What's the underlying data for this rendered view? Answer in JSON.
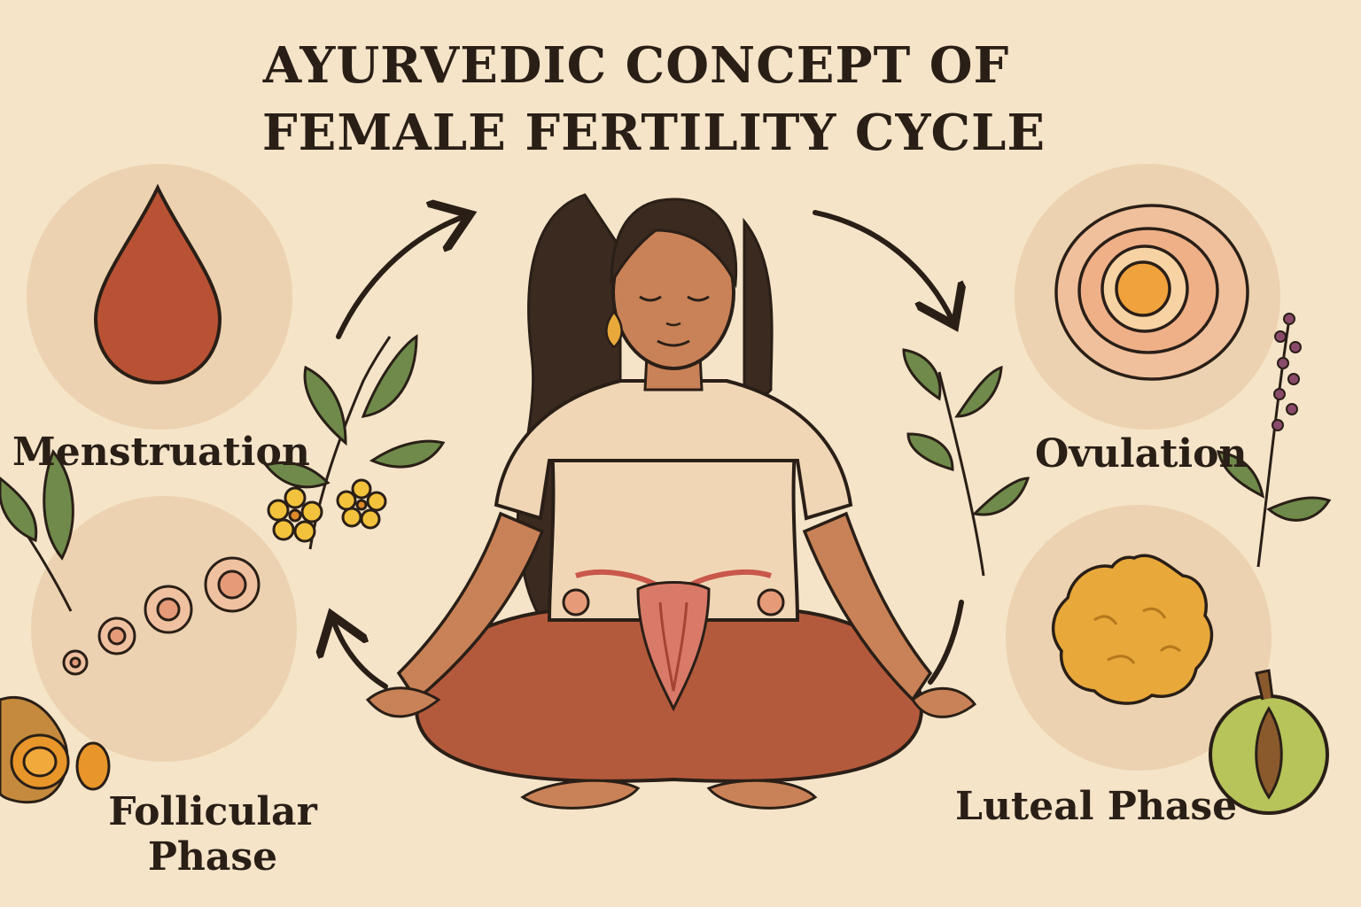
{
  "title": {
    "line1": "AYURVEDIC CONCEPT OF",
    "line2": "FEMALE FERTILITY CYCLE"
  },
  "phases": {
    "menstruation": {
      "label": "Menstruation",
      "icon": "blood-drop-icon"
    },
    "follicular": {
      "label_line1": "Follicular",
      "label_line2": "Phase",
      "icon": "follicles-icon"
    },
    "ovulation": {
      "label": "Ovulation",
      "icon": "egg-icon"
    },
    "luteal": {
      "label": "Luteal Phase",
      "icon": "corpus-luteum-icon"
    }
  },
  "colors": {
    "background": "#f5e4c8",
    "circle": "#ecd2b0",
    "blood": "#b95234",
    "leaf": "#6f8a4a",
    "flower": "#f2c23c",
    "luteal": "#e8a93a",
    "skin": "#c98257",
    "pants": "#b45a3c",
    "shirt": "#f1d6b6",
    "hair": "#3b2a20",
    "ink": "#2a1f17"
  }
}
